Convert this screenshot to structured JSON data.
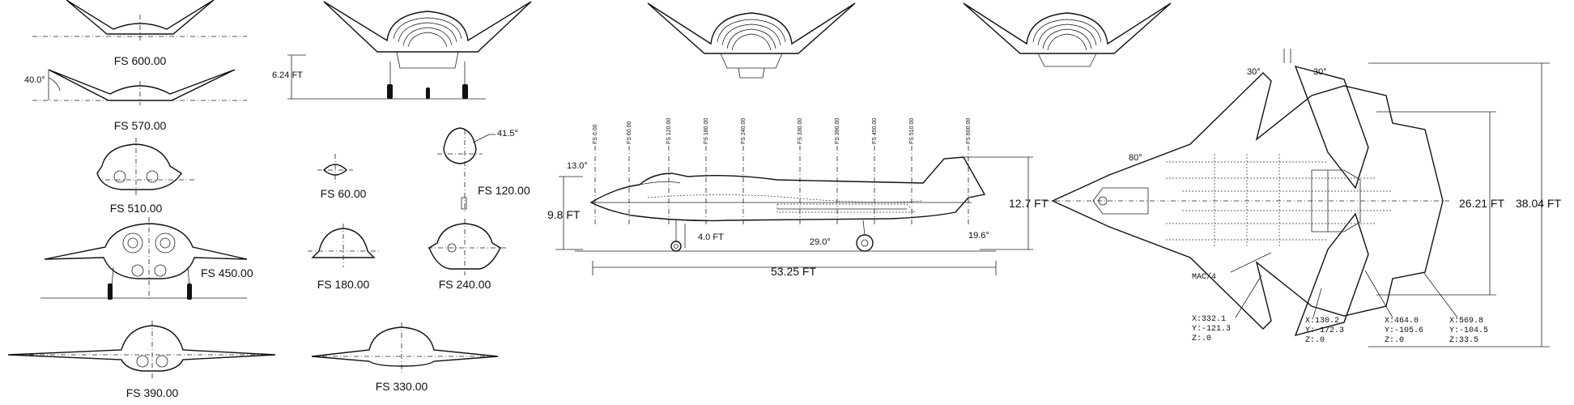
{
  "sections": {
    "fs600": "FS 600.00",
    "fs570": "FS 570.00",
    "fs510": "FS 510.00",
    "fs450": "FS 450.00",
    "fs390": "FS 390.00",
    "fs330": "FS 330.00",
    "fs60": "FS 60.00",
    "fs120": "FS 120.00",
    "fs180": "FS 180.00",
    "fs240": "FS 240.00"
  },
  "angles": {
    "tail_cant": "40.0°",
    "sec120": "41.5°",
    "nose_droop": "13.0°",
    "landing_gear": "29.0°",
    "tail_up": "19.6°",
    "sweep_inner": "80°",
    "sweep_a": "30°",
    "sweep_b": "30°"
  },
  "dims": {
    "front_height": "6.24 FT",
    "side_height_left": "9.8 FT",
    "side_gear": "4.0 FT",
    "side_length": "53.25 FT",
    "side_height_right": "12.7 FT",
    "span_tail": "26.21 FT",
    "span_total": "38.04 FT"
  },
  "stations": [
    "FS 0.00",
    "FS 60.00",
    "FS 120.00",
    "FS 180.00",
    "FS 240.00",
    "FS 330.00",
    "FS 390.00",
    "FS 450.00",
    "FS 510.00",
    "FS 600.00"
  ],
  "planform": {
    "mac": "MAC/4",
    "p1": [
      "X:332.1",
      "Y:-121.3",
      "Z:.0"
    ],
    "p2": [
      "X:130.2",
      "Y:-172.3",
      "Z:.0"
    ],
    "p3": [
      "X:464.0",
      "Y:-105.6",
      "Z:.0"
    ],
    "p4": [
      "X:569.8",
      "Y:-104.5",
      "Z:33.5"
    ]
  }
}
